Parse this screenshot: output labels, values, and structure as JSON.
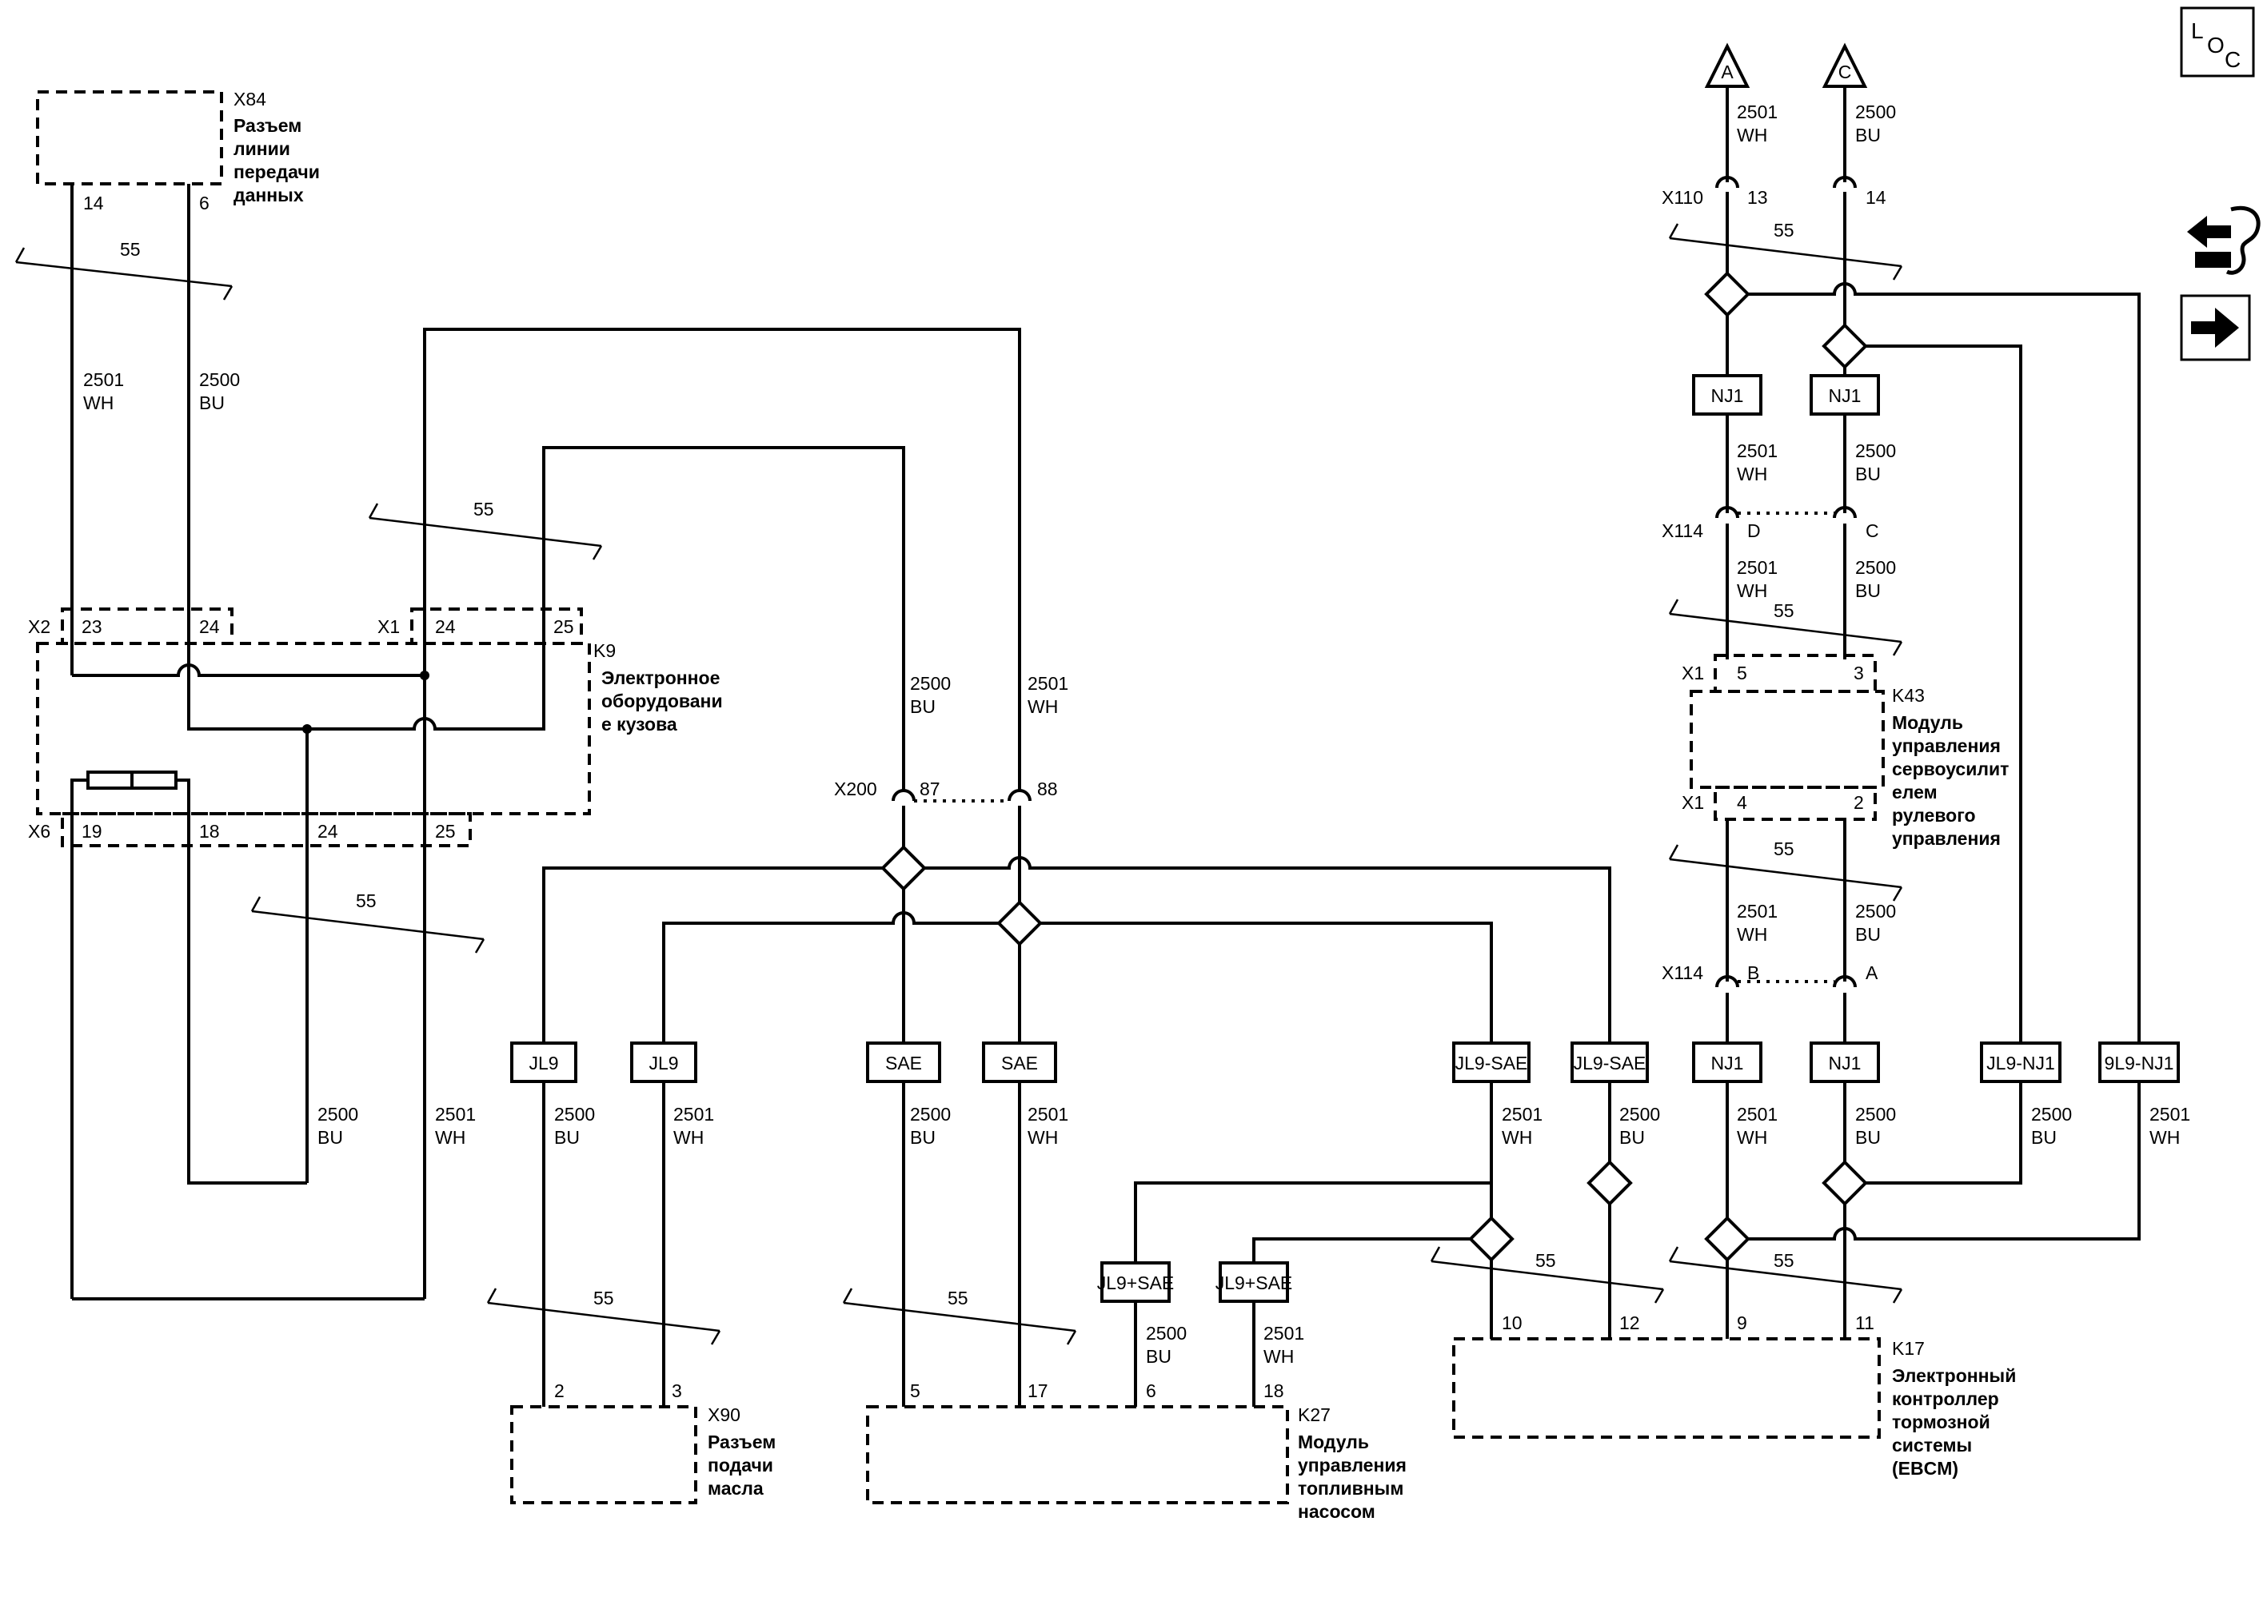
{
  "connectors": {
    "x84": {
      "name": "X84",
      "desc": [
        "Разъем",
        "линии",
        "передачи",
        "данных"
      ],
      "pins": [
        "14",
        "6"
      ]
    },
    "x2": {
      "name": "X2",
      "pins": [
        "23",
        "24"
      ]
    },
    "x1_k9": {
      "name": "X1",
      "pins": [
        "24",
        "25"
      ]
    },
    "x6": {
      "name": "X6",
      "pins": [
        "19",
        "18",
        "24",
        "25"
      ]
    },
    "k9": {
      "name": "K9",
      "desc": [
        "Электронное",
        "оборудовани",
        "е кузова"
      ]
    },
    "x200": {
      "name": "X200",
      "pins": [
        "87",
        "88"
      ]
    },
    "x90": {
      "name": "X90",
      "desc": [
        "Разъем",
        "подачи",
        "масла"
      ],
      "pins": [
        "2",
        "3"
      ]
    },
    "k27": {
      "name": "K27",
      "desc": [
        "Модуль",
        "управления",
        "топливным",
        "насосом"
      ],
      "pins": [
        "5",
        "17",
        "6",
        "18"
      ]
    },
    "k17": {
      "name": "K17",
      "desc": [
        "Электронный",
        "контроллер",
        "тормозной",
        "системы",
        "(EBCM)"
      ],
      "pins": [
        "10",
        "12",
        "9",
        "11"
      ]
    },
    "x110": {
      "name": "X110",
      "pins": [
        "13",
        "14"
      ]
    },
    "x114_top": {
      "name": "X114",
      "pins": [
        "D",
        "C"
      ]
    },
    "x114_bot": {
      "name": "X114",
      "pins": [
        "B",
        "A"
      ]
    },
    "k43": {
      "name": "K43",
      "desc": [
        "Модуль",
        "управления",
        "сервоусилит",
        "елем",
        "рулевого",
        "управления"
      ]
    },
    "x1_k43_top": {
      "name": "X1",
      "pins": [
        "5",
        "3"
      ]
    },
    "x1_k43_bot": {
      "name": "X1",
      "pins": [
        "4",
        "2"
      ]
    }
  },
  "wires": {
    "c2501": "2501",
    "c2500": "2500",
    "wh": "WH",
    "bu": "BU"
  },
  "shield": "55",
  "options": {
    "nj1": "NJ1",
    "jl9": "JL9",
    "sae": "SAE",
    "jl9_sae": "JL9-SAE",
    "jl9_plus_sae": "JL9+SAE",
    "jl9_nj1_a": "JL9-NJ1",
    "jl9_nj1_b": "9L9-NJ1"
  },
  "offpage": {
    "a": "A",
    "c": "C"
  },
  "loc": {
    "l": "L",
    "o": "O",
    "c": "C"
  }
}
